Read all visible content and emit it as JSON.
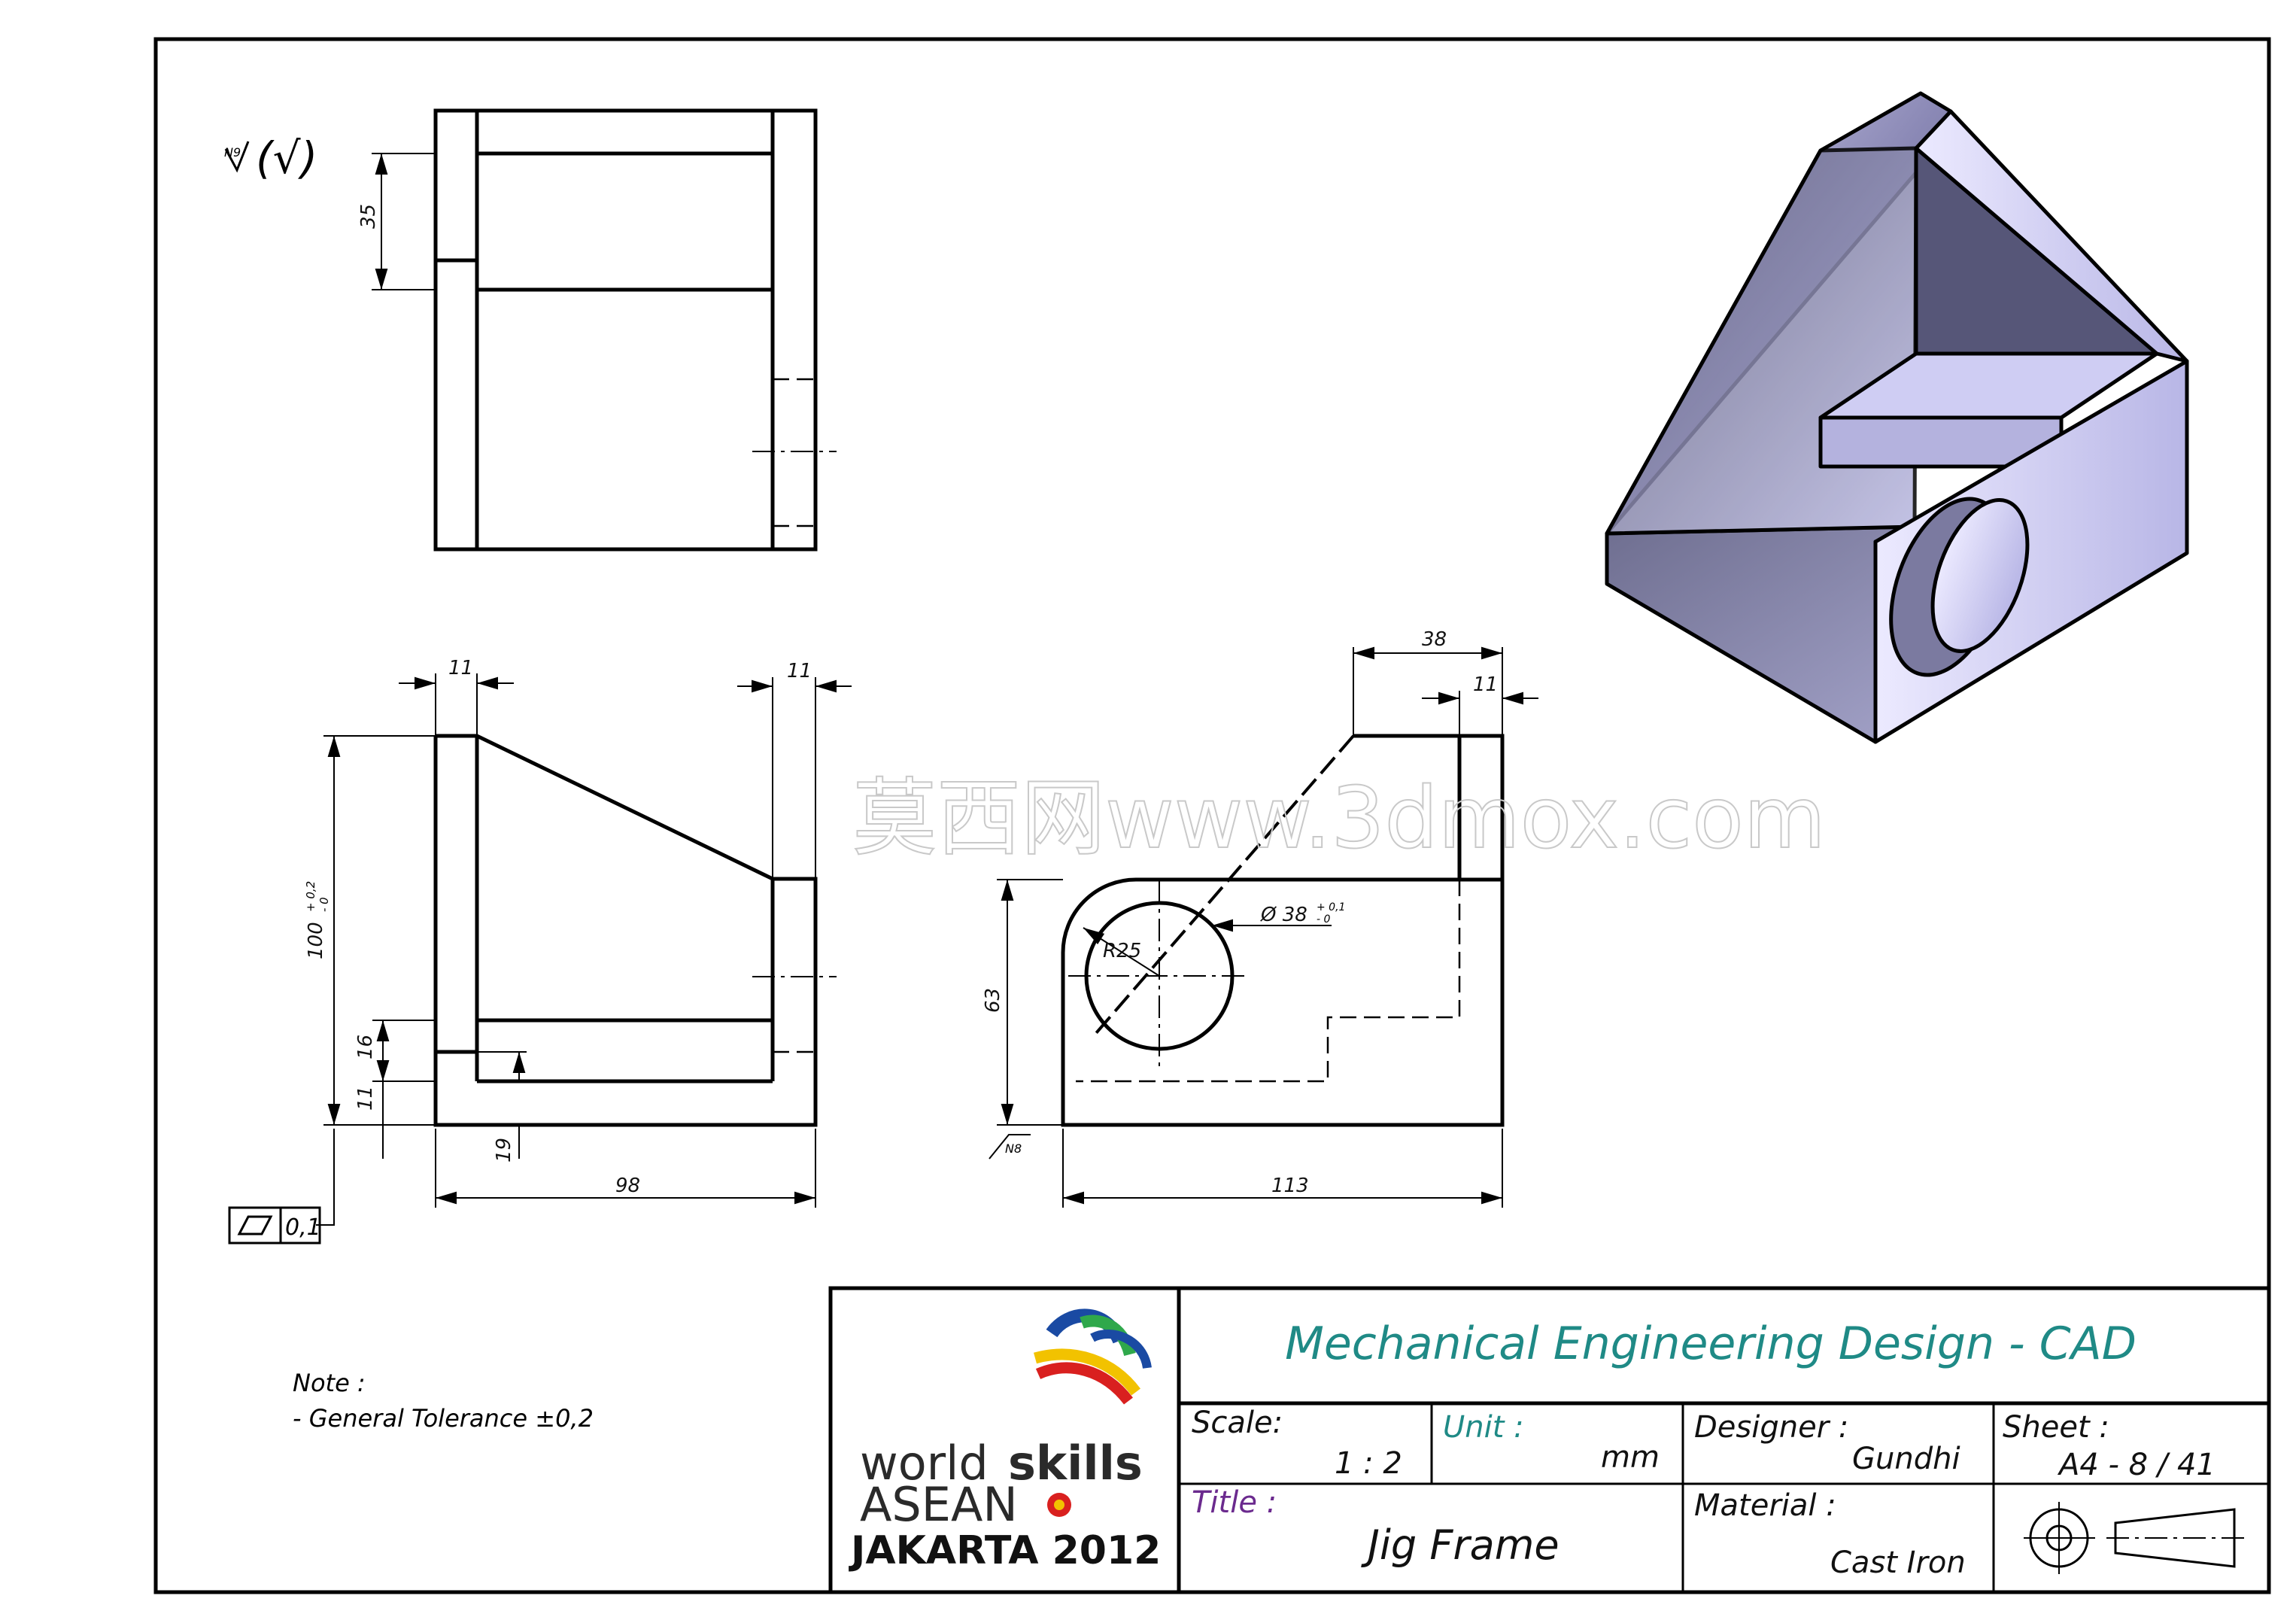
{
  "roughness": {
    "symbol": "N9",
    "bracket": "(√)"
  },
  "dimensions": {
    "top_view_35": "35",
    "front_left_width": "11",
    "front_right_width": "11",
    "front_height_main": "100",
    "front_height_tol_upper": "+ 0,2",
    "front_height_tol_lower": "- 0",
    "front_16": "16",
    "front_11_low": "11",
    "front_19": "19",
    "front_width_98": "98",
    "side_top_38": "38",
    "side_top_11": "11",
    "side_diameter": "Ø 38",
    "side_diameter_tol_upper": "+ 0,1",
    "side_diameter_tol_lower": "- 0",
    "side_radius": "R25",
    "side_height_63": "63",
    "side_width_113": "113",
    "side_surface_symbol": "N8"
  },
  "flatness": {
    "value": "0,1"
  },
  "watermark": "莫西网www.3dmox.com",
  "note": {
    "title": "Note :",
    "line1": "- General Tolerance ±0,2"
  },
  "logo": {
    "word_world": "world",
    "word_skills": "skills",
    "word_asean": "ASEAN",
    "event": "JAKARTA 2012"
  },
  "title_block": {
    "header": "Mechanical Engineering Design - CAD",
    "scale_label": "Scale:",
    "scale_value": "1 : 2",
    "unit_label": "Unit :",
    "unit_value": "mm",
    "designer_label": "Designer :",
    "designer_value": "Gundhi",
    "sheet_label": "Sheet :",
    "sheet_value": "A4 - 8 / 41",
    "title_label": "Title :",
    "title_value": "Jig Frame",
    "material_label": "Material :",
    "material_value": "Cast Iron"
  },
  "colors": {
    "header_teal": "#1f8a86",
    "unit_teal": "#1f8a86",
    "title_purple": "#6b2a8e",
    "line": "#000000"
  }
}
